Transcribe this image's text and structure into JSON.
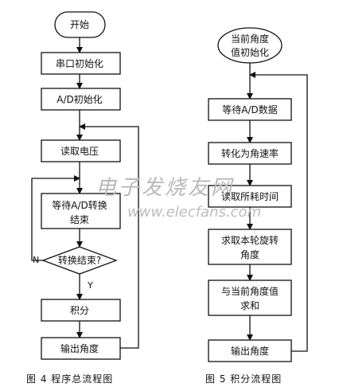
{
  "left_flow": {
    "start": "开始",
    "serial_init": "串口初始化",
    "ad_init": "A/D初始化",
    "read_voltage": "读取电压",
    "wait_ad_line1": "等待A/D转换",
    "wait_ad_line2": "结束",
    "decision": "转换结束?",
    "no_label": "N",
    "yes_label": "Y",
    "integrate": "积分",
    "output": "输出角度",
    "caption": "图 4   程序总流程图"
  },
  "right_flow": {
    "start_line1": "当前角度",
    "start_line2": "值初始化",
    "wait_ad": "等待A/D数据",
    "convert_line1": "转化为角速率",
    "read_time": "读取所耗时间",
    "rotation_line1": "求取本轮旋转",
    "rotation_line2": "角度",
    "sum_line1": "与当前角度值",
    "sum_line2": "求和",
    "output": "输出角度",
    "caption": "图 5   积分流程图"
  },
  "watermark": {
    "cn": "电子发烧友网",
    "url": "www.elecfans.com"
  }
}
